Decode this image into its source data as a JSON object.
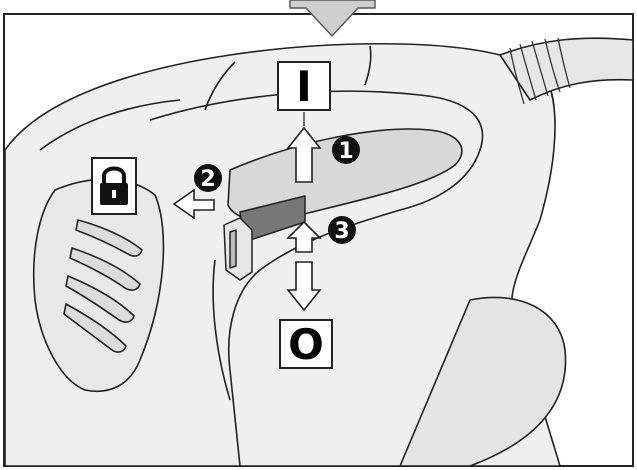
{
  "symbols": {
    "on": "I",
    "off": "O",
    "lock": "lock-icon"
  },
  "steps": [
    {
      "number": "1"
    },
    {
      "number": "2"
    },
    {
      "number": "3"
    }
  ],
  "colors": {
    "line": "#222222",
    "tool_fill": "#efefef",
    "tool_shade": "#dddddd",
    "arrow_fill": "#ffffff",
    "top_arrow_fill": "#cfcfcf",
    "switch_fill": "#777777",
    "badge_fill": "#111111"
  }
}
